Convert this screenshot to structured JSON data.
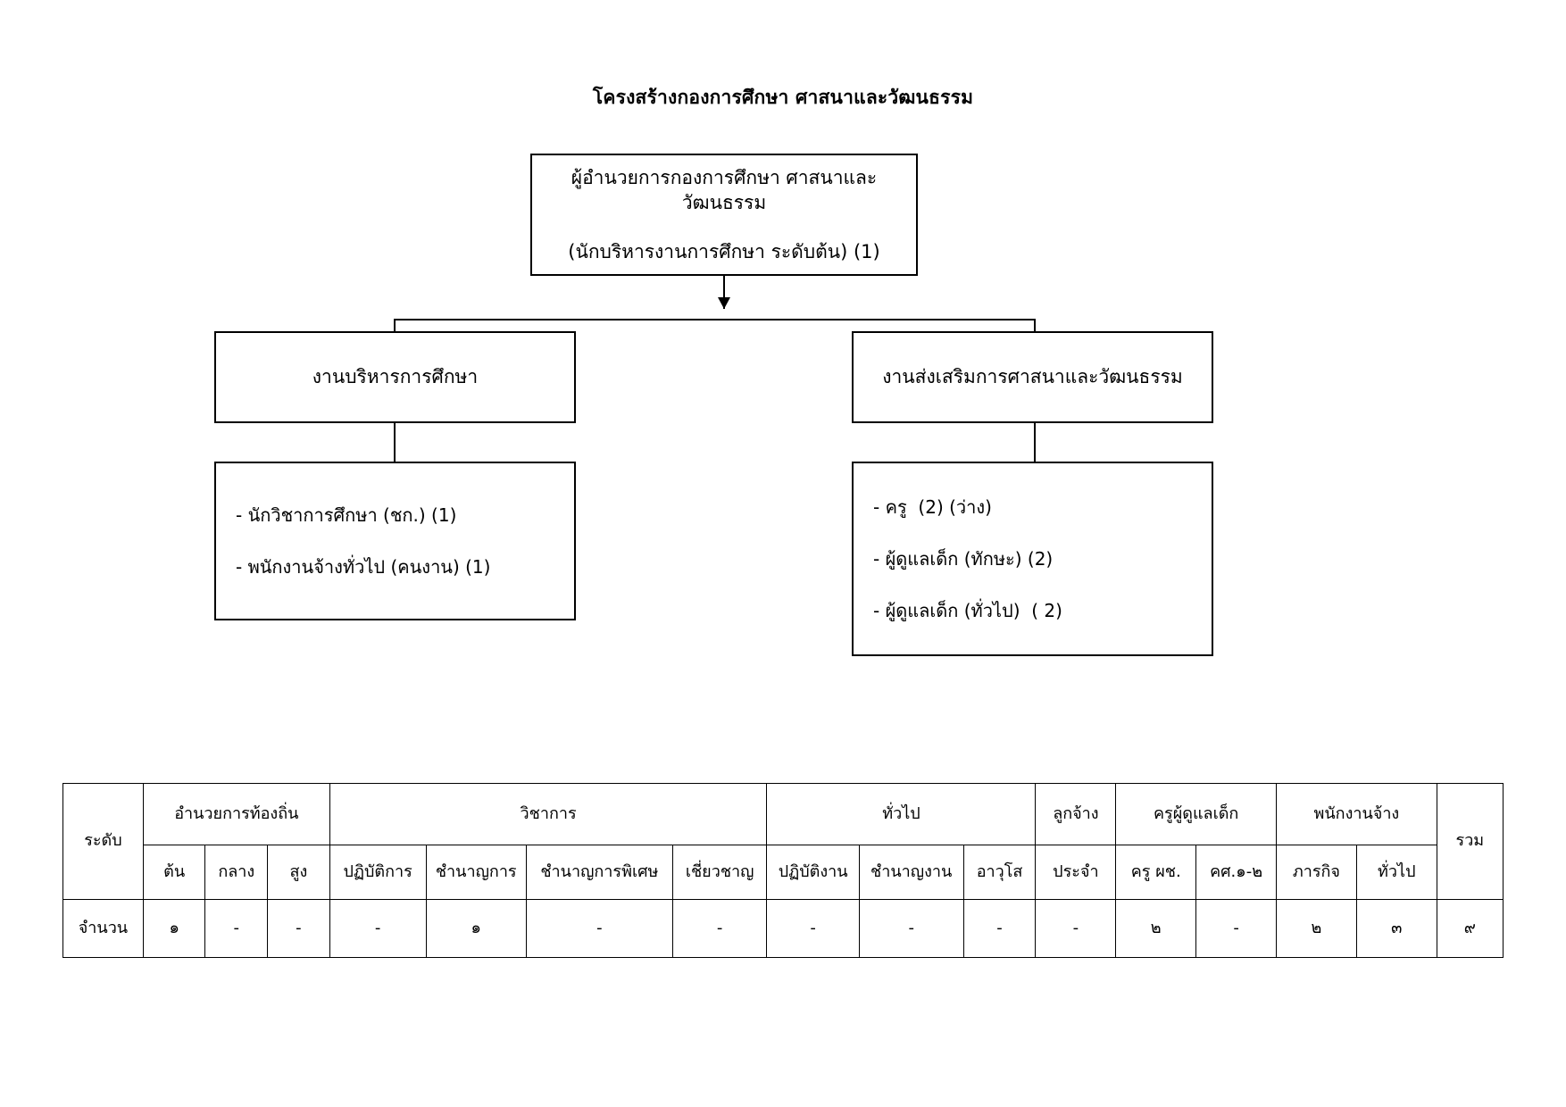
{
  "title": "โครงสร้างกองการศึกษา ศาสนาและวัฒนธรรม",
  "chart": {
    "director": {
      "line1": "ผู้อำนวยการกองการศึกษา ศาสนาและวัฒนธรรม",
      "line2": "(นักบริหารงานการศึกษา ระดับต้น) (1)"
    },
    "units": [
      {
        "name": "งานบริหารการศึกษา",
        "staff": [
          "- นักวิชาการศึกษา (ชก.) (1)",
          "- พนักงานจ้างทั่วไป (คนงาน) (1)"
        ]
      },
      {
        "name": "งานส่งเสริมการศาสนาและวัฒนธรรม",
        "staff": [
          "- ครู  (2) (ว่าง)",
          "- ผู้ดูแลเด็ก (ทักษะ) (2)",
          "- ผู้ดูแลเด็ก (ทั่วไป)  ( 2)"
        ]
      }
    ]
  },
  "table": {
    "group_headers": {
      "level": "ระดับ",
      "local_admin": "อำนวยการท้องถิ่น",
      "academic": "วิชาการ",
      "general": "ทั่วไป",
      "employee": "ลูกจ้าง",
      "childcare_teacher": "ครูผู้ดูแลเด็ก",
      "hired_staff": "พนักงานจ้าง",
      "total": "รวม"
    },
    "sub_headers": {
      "local_admin": [
        "ต้น",
        "กลาง",
        "สูง"
      ],
      "academic": [
        "ปฏิบัติการ",
        "ชำนาญการ",
        "ชำนาญการพิเศษ",
        "เชี่ยวชาญ"
      ],
      "general": [
        "ปฏิบัติงาน",
        "ชำนาญงาน",
        "อาวุโส"
      ],
      "employee": [
        "ประจำ"
      ],
      "childcare_teacher": [
        "ครู ผช.",
        "คศ.๑-๒"
      ],
      "hired_staff": [
        "ภารกิจ",
        "ทั่วไป"
      ]
    },
    "row_label": "จำนวน",
    "values": [
      "๑",
      "-",
      "-",
      "-",
      "๑",
      "-",
      "-",
      "-",
      "-",
      "-",
      "-",
      "๒",
      "-",
      "๒",
      "๓"
    ],
    "total_value": "๙"
  }
}
